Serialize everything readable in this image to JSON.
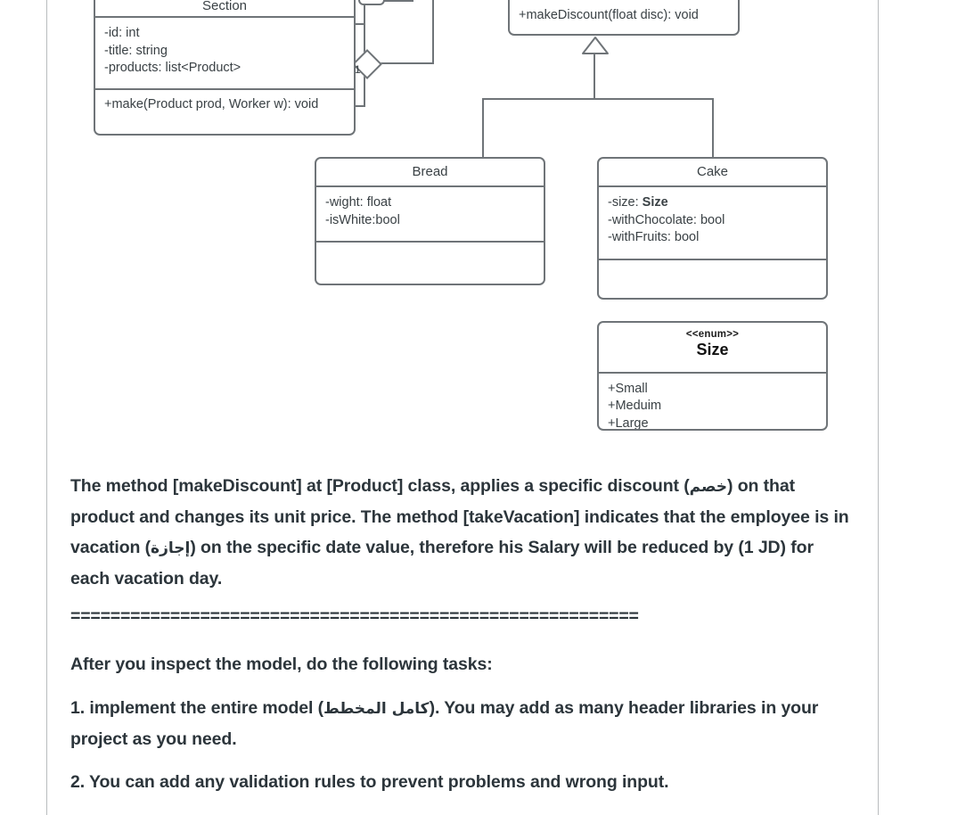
{
  "document": {
    "type": "assignment-sheet-page",
    "text_color": "#2c353b",
    "diagram_stroke": "#6f7478",
    "page_rule_color": "#b9bcbe"
  },
  "diagram": {
    "kind": "uml-class-diagram",
    "classes": [
      {
        "id": "section",
        "name": "Section",
        "attributes": [
          "-id: int",
          "-title: string",
          "-products: list<Product>"
        ],
        "operations": [
          "+make(Product prod, Worker w): void"
        ],
        "has_empty_compartment": false
      },
      {
        "id": "product",
        "name": "",
        "attributes": [],
        "operations": [
          "+makeDiscount(float disc): void"
        ],
        "has_empty_compartment": false,
        "note": "partially visible superclass compartment showing only the operation"
      },
      {
        "id": "bread",
        "name": "Bread",
        "attributes": [
          "-wight: float",
          "-isWhite:bool"
        ],
        "operations": [],
        "has_empty_compartment": true
      },
      {
        "id": "cake",
        "name": "Cake",
        "attributes": [
          "-size: Size",
          "-withChocolate: bool",
          "-withFruits: bool"
        ],
        "attribute_bold_tokens": [
          "Size"
        ],
        "operations": [],
        "has_empty_compartment": true
      }
    ],
    "enumeration": {
      "stereotype": "<<enum>>",
      "name": "Size",
      "literals": [
        "+Small",
        "+Meduim",
        "+Large"
      ]
    },
    "relationships": [
      {
        "type": "aggregation",
        "source": "section",
        "multiplicity_label": "1"
      },
      {
        "type": "generalization",
        "target": "product",
        "sources": [
          "bread",
          "cake"
        ]
      }
    ]
  },
  "body": {
    "paragraph_1": {
      "part_a": "The method [makeDiscount] at [Product] class, applies a specific discount (",
      "arabic_discount": "خصم",
      "part_b": ") on that product and changes its unit price. The method [takeVacation] indicates that the employee is in vacation (",
      "arabic_vacation": "إجازة",
      "part_c": ") on the specific date value, therefore his Salary will be reduced by (1 JD) for each vacation day."
    },
    "separator": "=========================================================",
    "intro": "After you inspect the model, do the following tasks:",
    "task_1": {
      "part_a": "1. implement the entire model (",
      "arabic_whole_diagram": "كامل المخطط",
      "part_b": "). You may add as many header libraries in your project as you need."
    },
    "task_2": "2. You can add any validation rules to prevent problems and wrong input."
  }
}
